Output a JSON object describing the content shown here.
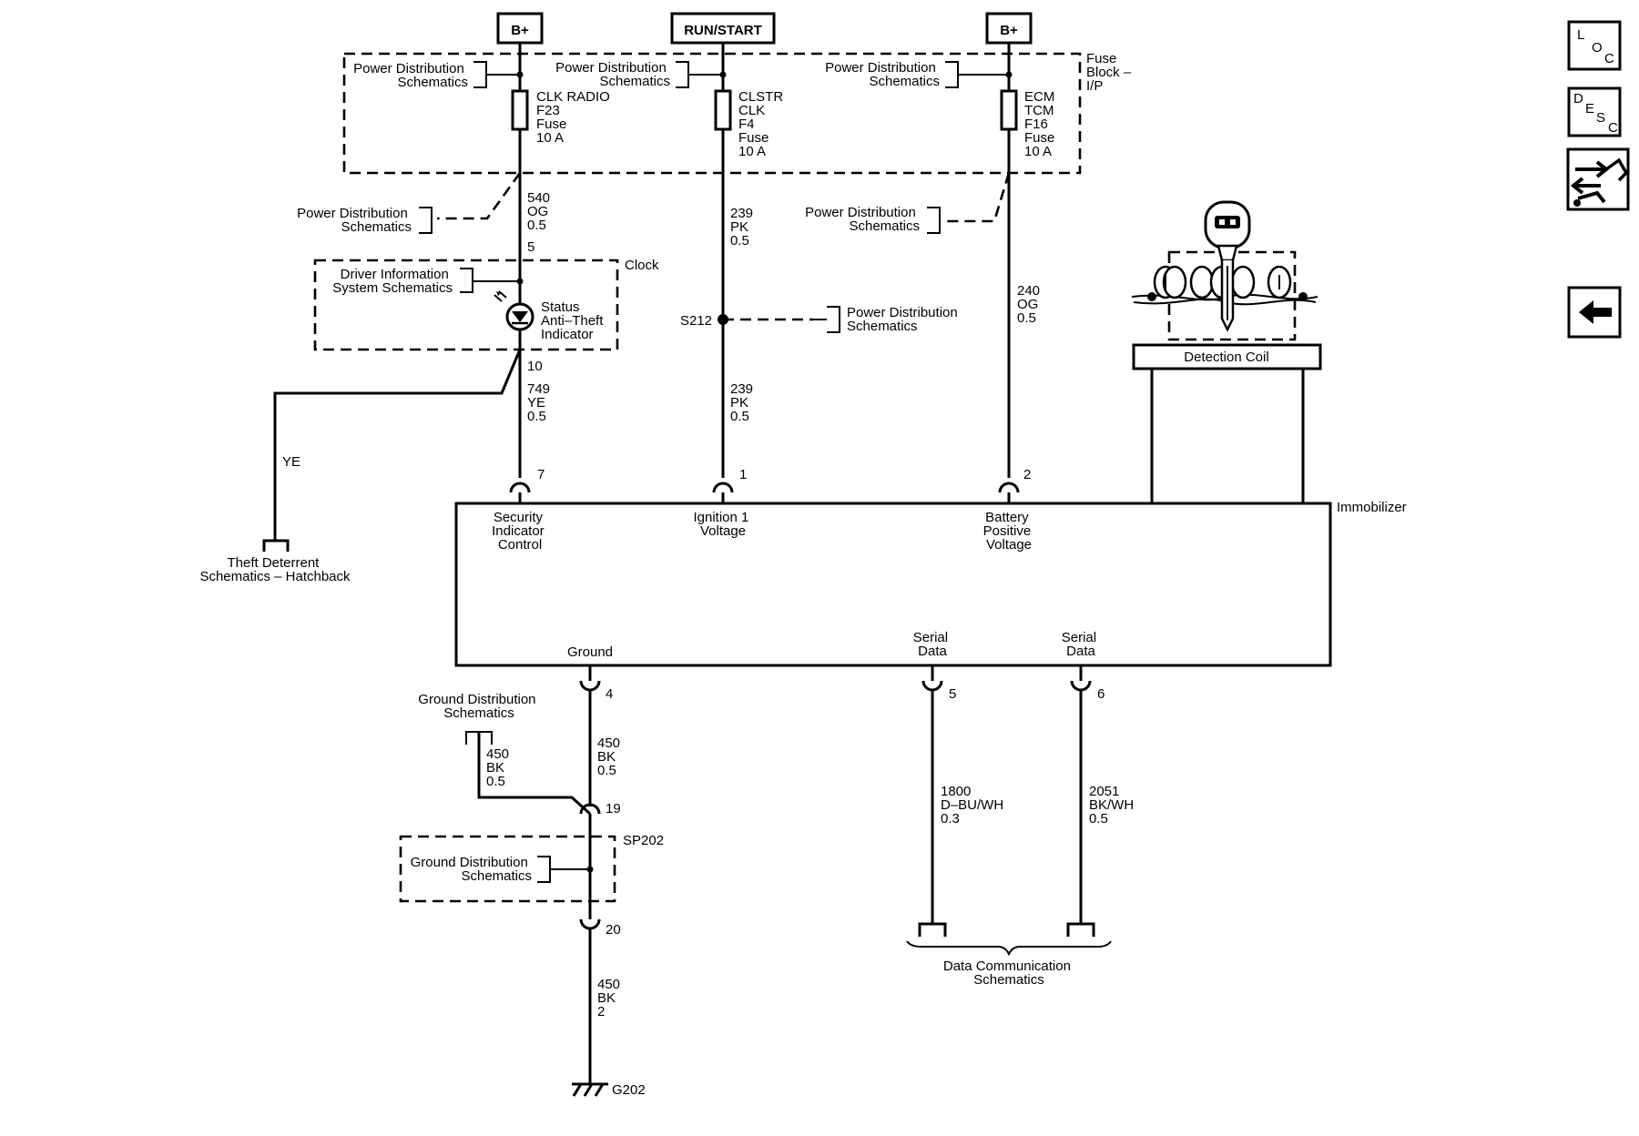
{
  "sources": {
    "left": "B+",
    "middle": "RUN/START",
    "right": "B+"
  },
  "fuse_block": {
    "label": [
      "Fuse",
      "Block –",
      "I/P"
    ],
    "pd_label": [
      "Power Distribution",
      "Schematics"
    ],
    "fuses": [
      [
        "CLK RADIO",
        "F23",
        "Fuse",
        "10 A"
      ],
      [
        "CLSTR",
        "CLK",
        "F4",
        "Fuse",
        "10 A"
      ],
      [
        "ECM",
        "TCM",
        "F16",
        "Fuse",
        "10 A"
      ]
    ]
  },
  "refs": {
    "power_distribution": [
      "Power Distribution",
      "Schematics"
    ],
    "driver_info": [
      "Driver Information",
      "System Schematics"
    ],
    "ground_distribution": [
      "Ground Distribution",
      "Schematics"
    ],
    "theft_deterrent": [
      "Theft Deterrent",
      "Schematics – Hatchback"
    ],
    "data_comm": [
      "Data Communication",
      "Schematics"
    ]
  },
  "wires": {
    "w540": [
      "540",
      "OG",
      "0.5"
    ],
    "w749": [
      "749",
      "YE",
      "0.5"
    ],
    "w239a": [
      "239",
      "PK",
      "0.5"
    ],
    "w239b": [
      "239",
      "PK",
      "0.5"
    ],
    "w240": [
      "240",
      "OG",
      "0.5"
    ],
    "w450a": [
      "450",
      "BK",
      "0.5"
    ],
    "w450b": [
      "450",
      "BK",
      "0.5"
    ],
    "w450c": [
      "450",
      "BK",
      "2"
    ],
    "w1800": [
      "1800",
      "D–BU/WH",
      "0.3"
    ],
    "w2051": [
      "2051",
      "BK/WH",
      "0.5"
    ],
    "ye": "YE"
  },
  "pins": {
    "clock_5": "5",
    "clock_10": "10",
    "imm_7": "7",
    "imm_1": "1",
    "imm_2": "2",
    "imm_4": "4",
    "imm_5": "5",
    "imm_6": "6",
    "c19": "19",
    "c20": "20"
  },
  "clock": {
    "label": "Clock",
    "indicator": [
      "Status",
      "Anti–Theft",
      "Indicator"
    ]
  },
  "splices": {
    "s212": "S212",
    "sp202": "SP202"
  },
  "ground": "G202",
  "immobilizer": {
    "label": "Immobilizer",
    "security": [
      "Security",
      "Indicator",
      "Control"
    ],
    "ignition": [
      "Ignition 1",
      "Voltage"
    ],
    "battery": [
      "Battery",
      "Positive",
      "Voltage"
    ],
    "ground": "Ground",
    "serial_a": [
      "Serial",
      "Data"
    ],
    "serial_b": [
      "Serial",
      "Data"
    ]
  },
  "detection_coil": "Detection Coil",
  "nav": {
    "loc": [
      "L",
      "O",
      "C"
    ],
    "desc": [
      "D",
      "E",
      "S",
      "C"
    ]
  }
}
